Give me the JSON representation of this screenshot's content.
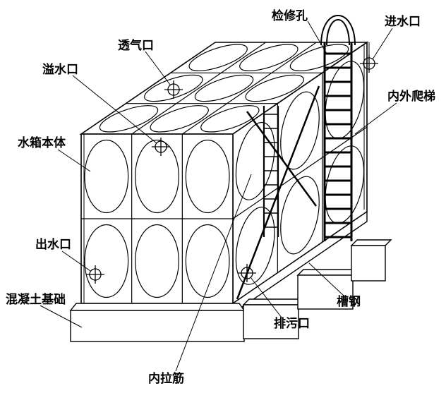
{
  "diagram": {
    "colors": {
      "background": "#ffffff",
      "line": "#000000"
    },
    "icons": {
      "port_marker": "circle-crosshair",
      "ladder_top": "safety-hoop-arch"
    },
    "labels": {
      "inspection_hole": "检修孔",
      "water_inlet": "进水口",
      "air_vent": "透气口",
      "overflow_outlet": "溢水口",
      "inner_outer_ladder": "内外爬梯",
      "tank_body": "水箱本体",
      "water_outlet": "出水口",
      "concrete_foundation": "混凝土基础",
      "channel_steel": "槽钢",
      "drain_outlet": "排污口",
      "internal_tie_rod": "内拉筋"
    }
  }
}
